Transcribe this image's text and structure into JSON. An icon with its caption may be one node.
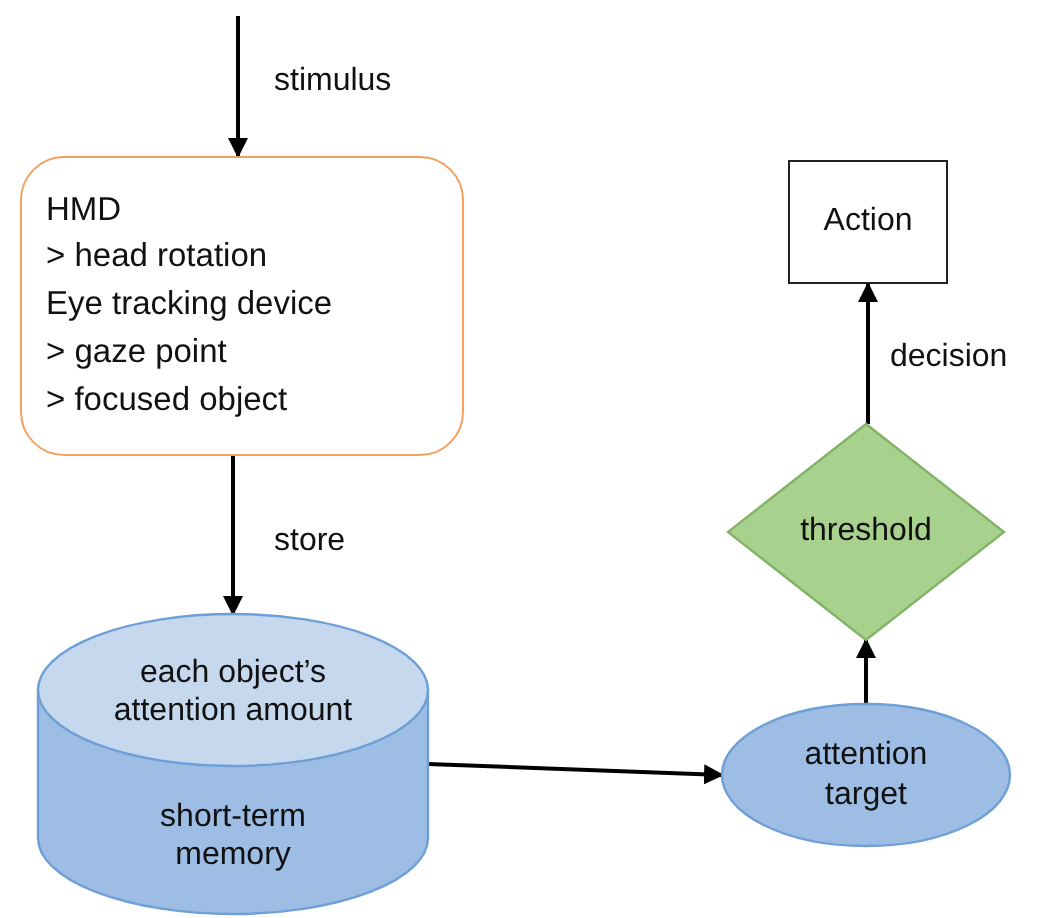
{
  "diagram": {
    "nodes": [
      {
        "text": [
          "HMD",
          "> head rotation",
          "Eye tracking device",
          "> gaze point",
          "> focused object"
        ]
      },
      {
        "text": [
          "each object’s attention amount",
          "short-term memory"
        ]
      },
      {
        "text": [
          "attention target"
        ]
      },
      {
        "text": [
          "threshold"
        ]
      },
      {
        "text": [
          "Action"
        ]
      }
    ],
    "edges": [
      {
        "from": null,
        "to": 0,
        "arrow": "to",
        "label": "stimulus"
      },
      {
        "from": 0,
        "to": 1,
        "arrow": "to",
        "label": "store"
      },
      {
        "from": 1,
        "to": 2,
        "arrow": "to"
      },
      {
        "from": 2,
        "to": 3,
        "arrow": "to"
      },
      {
        "from": 3,
        "to": 4,
        "arrow": "to",
        "label": "decision"
      }
    ]
  }
}
